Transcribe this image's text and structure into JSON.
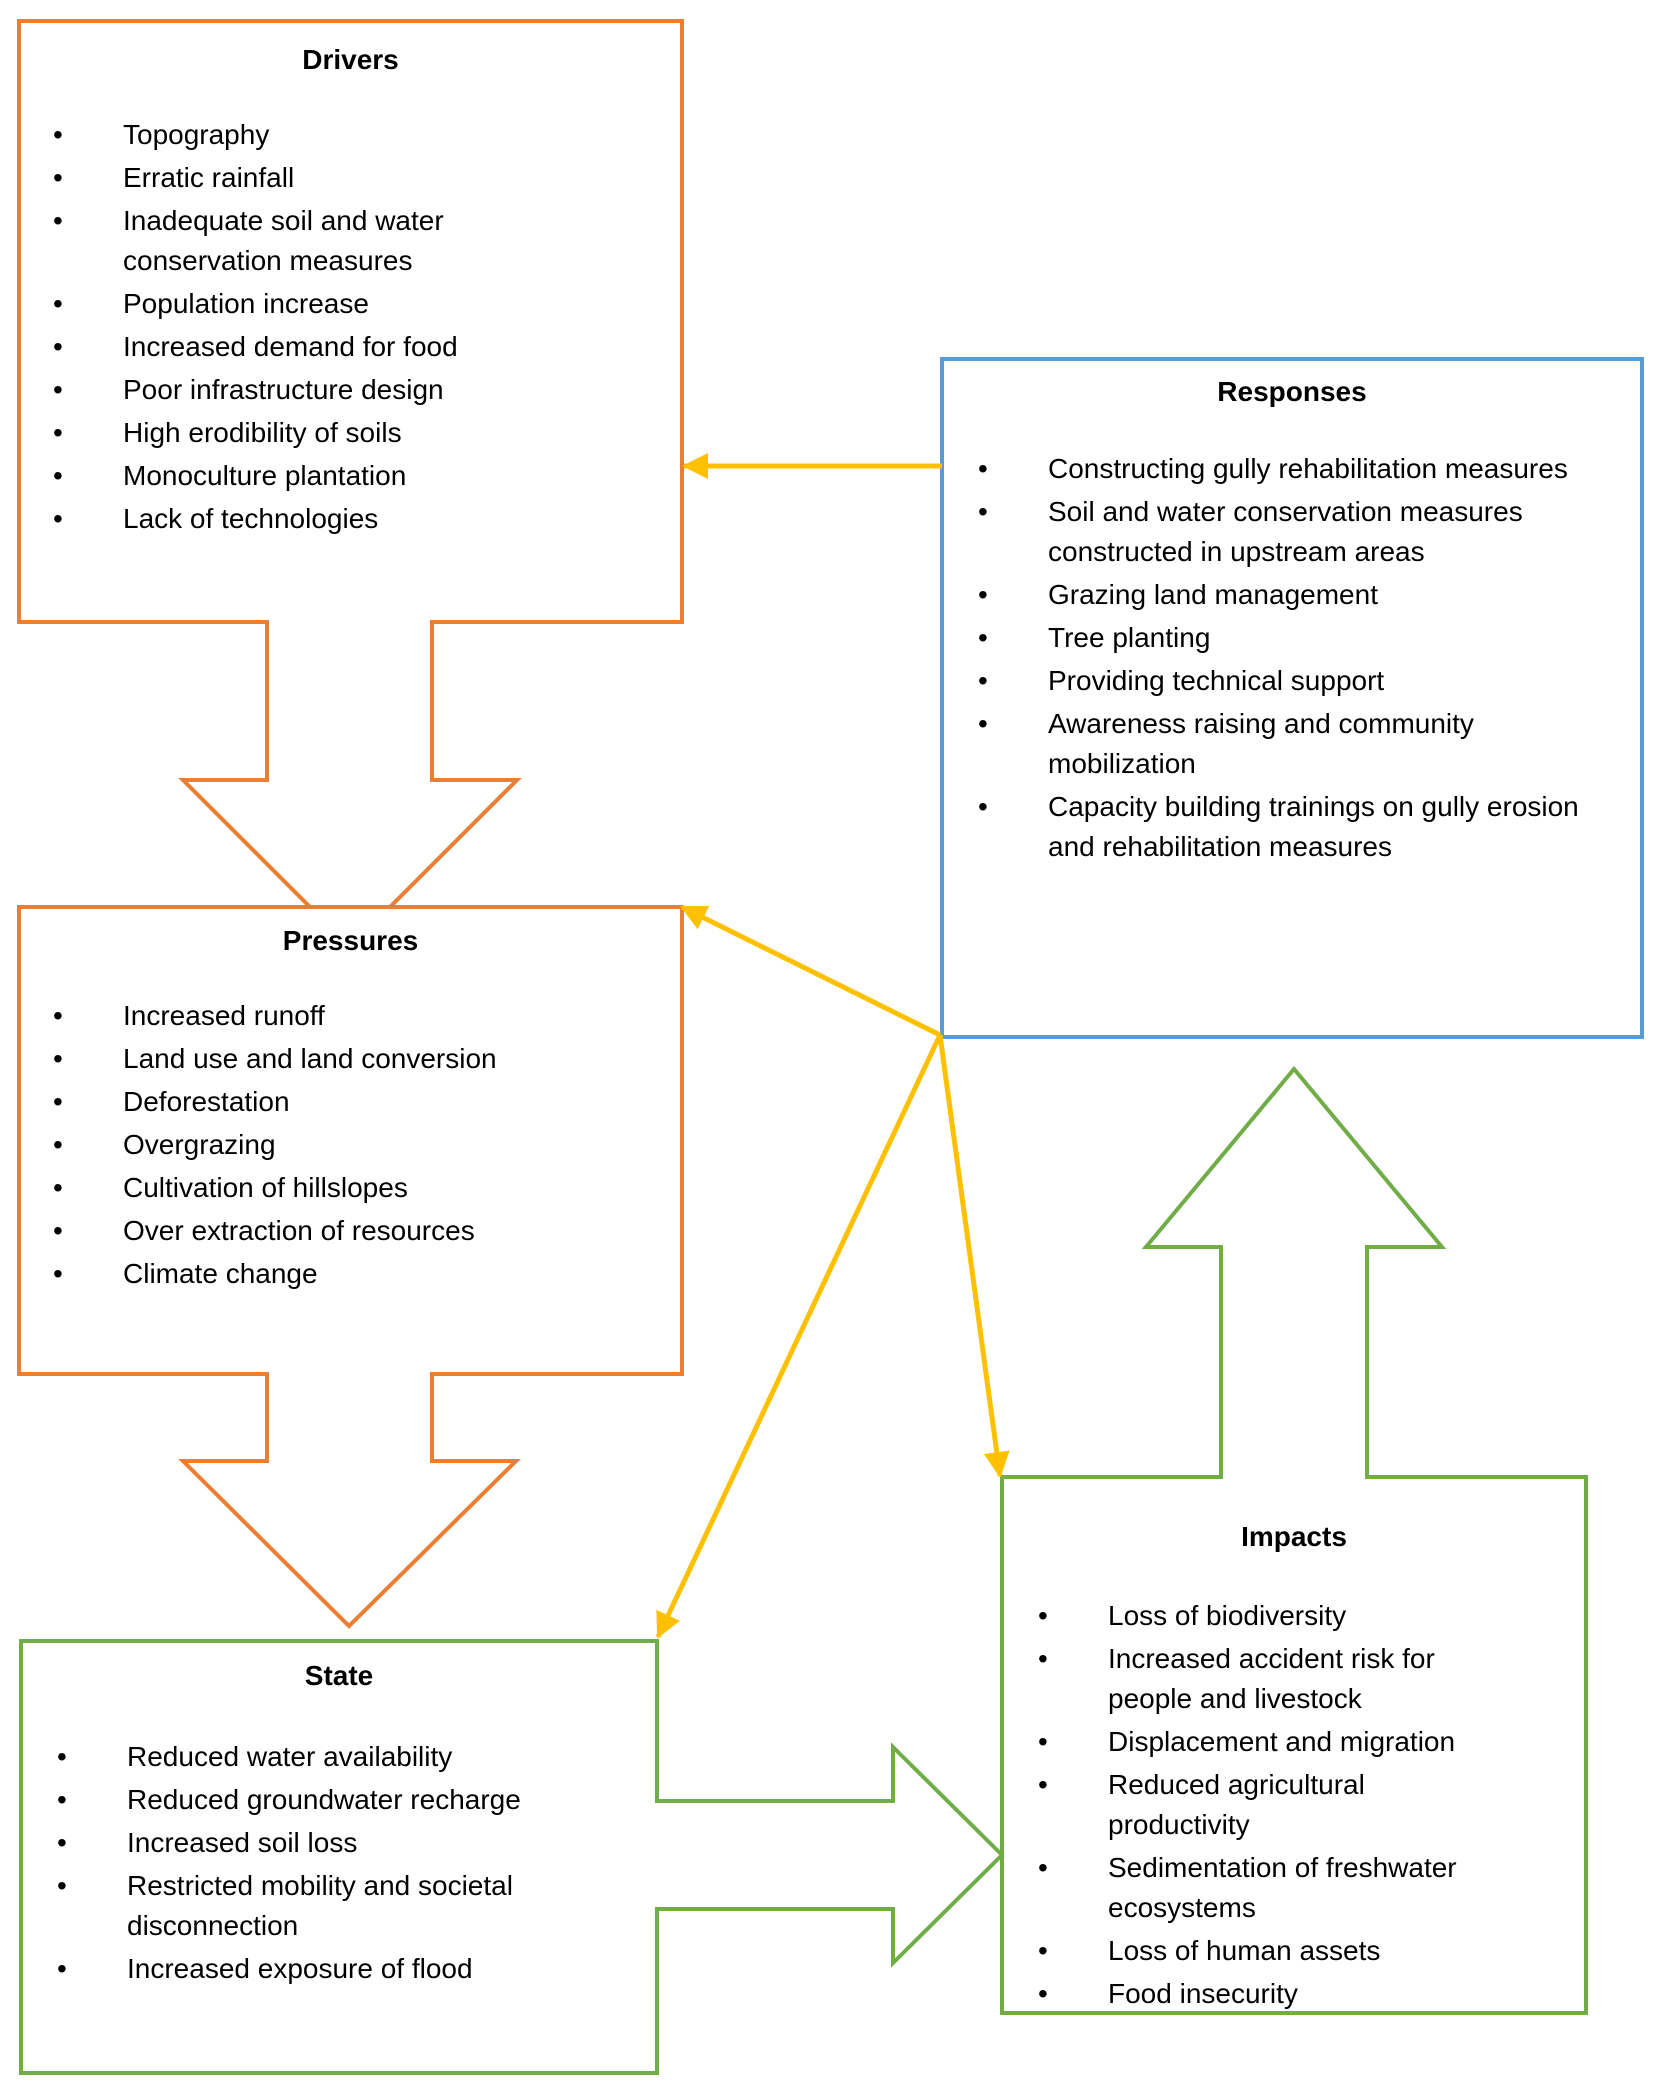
{
  "diagram": {
    "framework": "DPSIR",
    "colors": {
      "drivers_pressures": "#ED7D31",
      "responses": "#5B9BD5",
      "state_impacts": "#70AD47",
      "feedback_arrows": "#FFC000"
    },
    "bullet_glyph": "•",
    "boxes": {
      "drivers": {
        "title": "Drivers",
        "items": [
          "Topography",
          "Erratic rainfall",
          "Inadequate soil and water conservation measures",
          "Population increase",
          "Increased demand for food",
          "Poor infrastructure design",
          "High erodibility of soils",
          "Monoculture plantation",
          "Lack of technologies"
        ]
      },
      "pressures": {
        "title": "Pressures",
        "items": [
          "Increased runoff",
          "Land use and land conversion",
          "Deforestation",
          "Overgrazing",
          "Cultivation of hillslopes",
          "Over extraction of resources",
          "Climate change"
        ]
      },
      "state": {
        "title": "State",
        "items": [
          "Reduced water availability",
          "Reduced groundwater recharge",
          "Increased soil loss",
          "Restricted mobility and societal disconnection",
          "Increased exposure of flood"
        ]
      },
      "impacts": {
        "title": "Impacts",
        "items": [
          "Loss of biodiversity",
          "Increased accident risk for people and livestock",
          "Displacement and migration",
          "Reduced agricultural productivity",
          "Sedimentation of freshwater ecosystems",
          "Loss of human assets",
          "Food insecurity"
        ]
      },
      "responses": {
        "title": "Responses",
        "items": [
          "Constructing gully rehabilitation measures",
          "Soil and water conservation measures constructed in upstream areas",
          "Grazing land management",
          "Tree planting",
          "Providing technical support",
          "Awareness raising and community mobilization",
          "Capacity building trainings on gully erosion and rehabilitation measures"
        ]
      }
    },
    "connections": [
      {
        "from": "drivers",
        "to": "pressures",
        "type": "block-arrow"
      },
      {
        "from": "pressures",
        "to": "state",
        "type": "block-arrow"
      },
      {
        "from": "state",
        "to": "impacts",
        "type": "block-arrow"
      },
      {
        "from": "impacts",
        "to": "responses",
        "type": "block-arrow"
      },
      {
        "from": "responses",
        "to": "drivers",
        "type": "line-arrow"
      },
      {
        "from": "responses",
        "to": "pressures",
        "type": "line-arrow"
      },
      {
        "from": "responses",
        "to": "state",
        "type": "line-arrow"
      },
      {
        "from": "responses",
        "to": "impacts",
        "type": "line-arrow"
      }
    ]
  }
}
